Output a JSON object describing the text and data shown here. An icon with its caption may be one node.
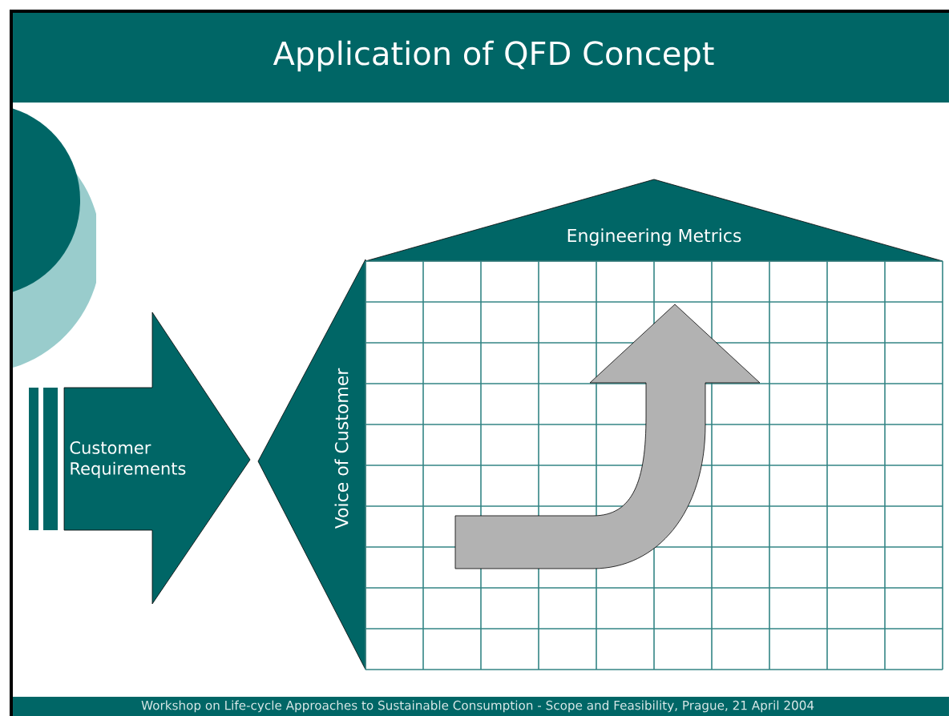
{
  "diagram": {
    "title": "Application of QFD Concept",
    "nodes": [
      {
        "text": [
          "Customer Requirements"
        ]
      },
      {
        "text": [
          "Voice of Customer"
        ]
      },
      {
        "text": [
          "Engineering Metrics"
        ]
      },
      {
        "text": [],
        "shape": "box"
      }
    ],
    "labels": [
      "Workshop on Life-cycle Approaches to Sustainable Consumption - Scope and Feasibility, Prague, 21 April  2004"
    ]
  }
}
